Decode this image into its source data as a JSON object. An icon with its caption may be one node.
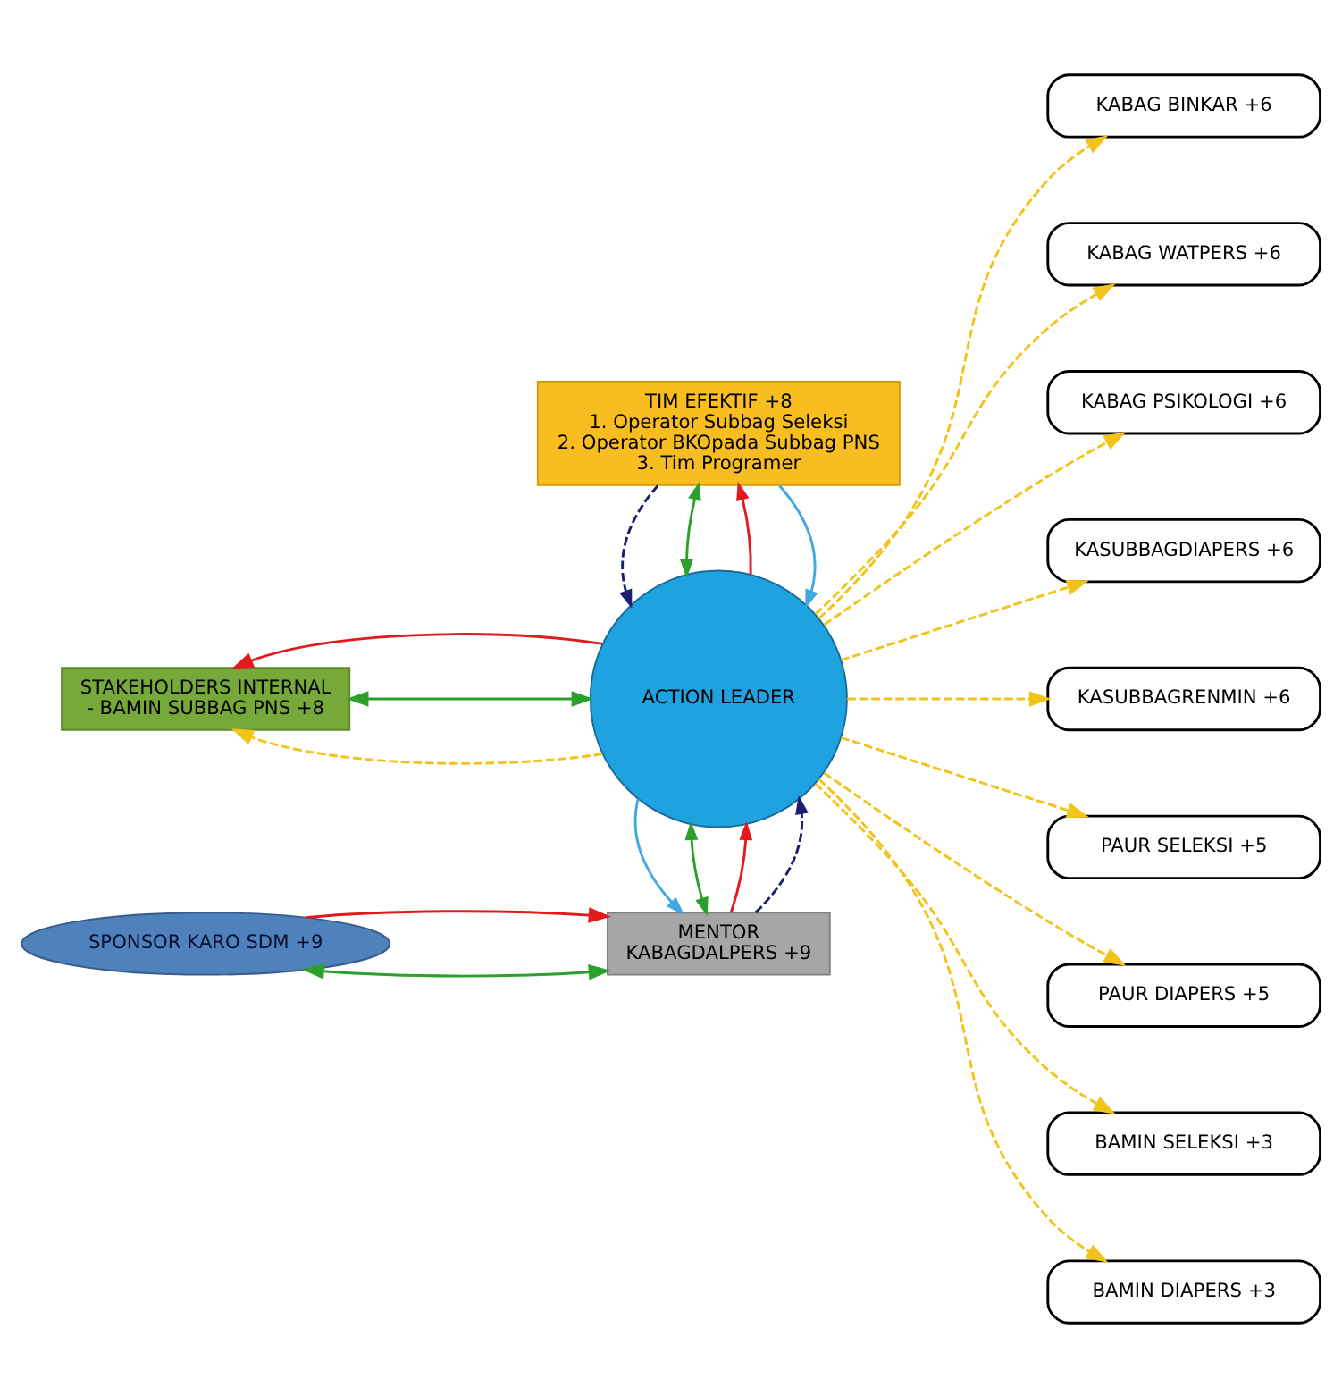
{
  "diagram": {
    "nodes": [
      {
        "text": [
          "SPONSOR KARO SDM +9"
        ]
      },
      {
        "text": [
          "MENTOR",
          "KABAGDALPERS +9"
        ]
      },
      {
        "text": [
          "STAKEHOLDERS INTERNAL",
          "- BAMIN SUBBAG PNS +8"
        ]
      },
      {
        "text": [
          "ACTION LEADER"
        ]
      },
      {
        "text": [
          "TIM EFEKTIF +8",
          "1. Operator Subbag Seleksi",
          "2. Operator BKOpada Subbag PNS",
          "3. Tim Programer"
        ]
      },
      {
        "text": [
          "KABAG BINKAR +6"
        ]
      },
      {
        "text": [
          "KABAG WATPERS +6"
        ]
      },
      {
        "text": [
          "KABAG PSIKOLOGI +6"
        ]
      },
      {
        "text": [
          "KASUBBAGDIAPERS +6"
        ]
      },
      {
        "text": [
          "KASUBBAGRENMIN +6"
        ]
      },
      {
        "text": [
          "PAUR SELEKSI +5"
        ]
      },
      {
        "text": [
          "PAUR DIAPERS +5"
        ]
      },
      {
        "text": [
          "BAMIN SELEKSI +3"
        ]
      },
      {
        "text": [
          "BAMIN DIAPERS +3"
        ]
      }
    ],
    "edges": [
      {
        "from": 0,
        "to": 1,
        "arrow": "both",
        "color": "#2ca02c"
      },
      {
        "from": 0,
        "to": 1,
        "arrow": "to",
        "color": "#e31a1c"
      },
      {
        "from": 1,
        "to": 3,
        "arrow": "to",
        "style": "dashed",
        "color": "#1a1f6e"
      },
      {
        "from": 1,
        "to": 3,
        "arrow": "to",
        "color": "#e31a1c"
      },
      {
        "from": 1,
        "to": 3,
        "arrow": "both",
        "color": "#2ca02c"
      },
      {
        "from": 3,
        "to": 1,
        "arrow": "to",
        "color": "#3fa9e0"
      },
      {
        "from": 3,
        "to": 2,
        "arrow": "to",
        "style": "dashed"
      },
      {
        "from": 3,
        "to": 2,
        "arrow": "both",
        "color": "#2ca02c"
      },
      {
        "from": 3,
        "to": 2,
        "arrow": "to",
        "color": "#e31a1c"
      },
      {
        "from": 4,
        "to": 3,
        "arrow": "to",
        "color": "#3fa9e0"
      },
      {
        "from": 3,
        "to": 4,
        "arrow": "to",
        "color": "#e31a1c"
      },
      {
        "from": 4,
        "to": 3,
        "arrow": "both",
        "color": "#2ca02c"
      },
      {
        "from": 4,
        "to": 3,
        "arrow": "to",
        "style": "dashed",
        "color": "#1a1f6e"
      },
      {
        "from": 3,
        "to": 5,
        "arrow": "to",
        "style": "dashed"
      },
      {
        "from": 3,
        "to": 6,
        "arrow": "to",
        "style": "dashed"
      },
      {
        "from": 3,
        "to": 7,
        "arrow": "to",
        "style": "dashed"
      },
      {
        "from": 3,
        "to": 8,
        "arrow": "to",
        "style": "dashed"
      },
      {
        "from": 3,
        "to": 9,
        "arrow": "to",
        "style": "dashed"
      },
      {
        "from": 3,
        "to": 10,
        "arrow": "to",
        "style": "dashed"
      },
      {
        "from": 3,
        "to": 11,
        "arrow": "to",
        "style": "dashed"
      },
      {
        "from": 3,
        "to": 12,
        "arrow": "to",
        "style": "dashed"
      },
      {
        "from": 3,
        "to": 13,
        "arrow": "to",
        "style": "dashed"
      }
    ]
  }
}
